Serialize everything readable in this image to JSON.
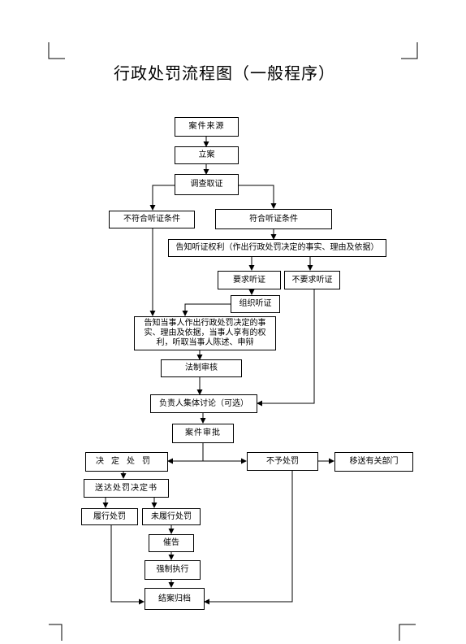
{
  "title": "行政处罚流程图（一般程序）",
  "nodes": {
    "case_source": "案件来源",
    "filing": "立案",
    "investigation": "调查取证",
    "not_eligible_hearing": "不符合听证条件",
    "eligible_hearing": "符合听证条件",
    "notify_hearing_right": "告知听证权利（作出行政处罚决定的事实、理由及依据）",
    "request_hearing": "要求听证",
    "no_request_hearing": "不要求听证",
    "organize_hearing": "组织听证",
    "notify_party": "告知当事人作出行政处罚决定的事实、理由及依据，当事人享有的权利，听取当事人陈述、申辩",
    "legal_review": "法制审核",
    "collective_discussion": "负责人集体讨论（可选）",
    "case_approval": "案件审批",
    "decide_penalty": "决定处罚",
    "no_penalty": "不予处罚",
    "transfer_department": "移送有关部门",
    "deliver_decision": "送达处罚决定书",
    "fulfill_penalty": "履行处罚",
    "not_fulfill_penalty": "未履行处罚",
    "warning_notice": "催告",
    "enforcement": "强制执行",
    "close_archive": "结案归档"
  },
  "colors": {
    "stroke": "#000000",
    "background": "#ffffff"
  }
}
